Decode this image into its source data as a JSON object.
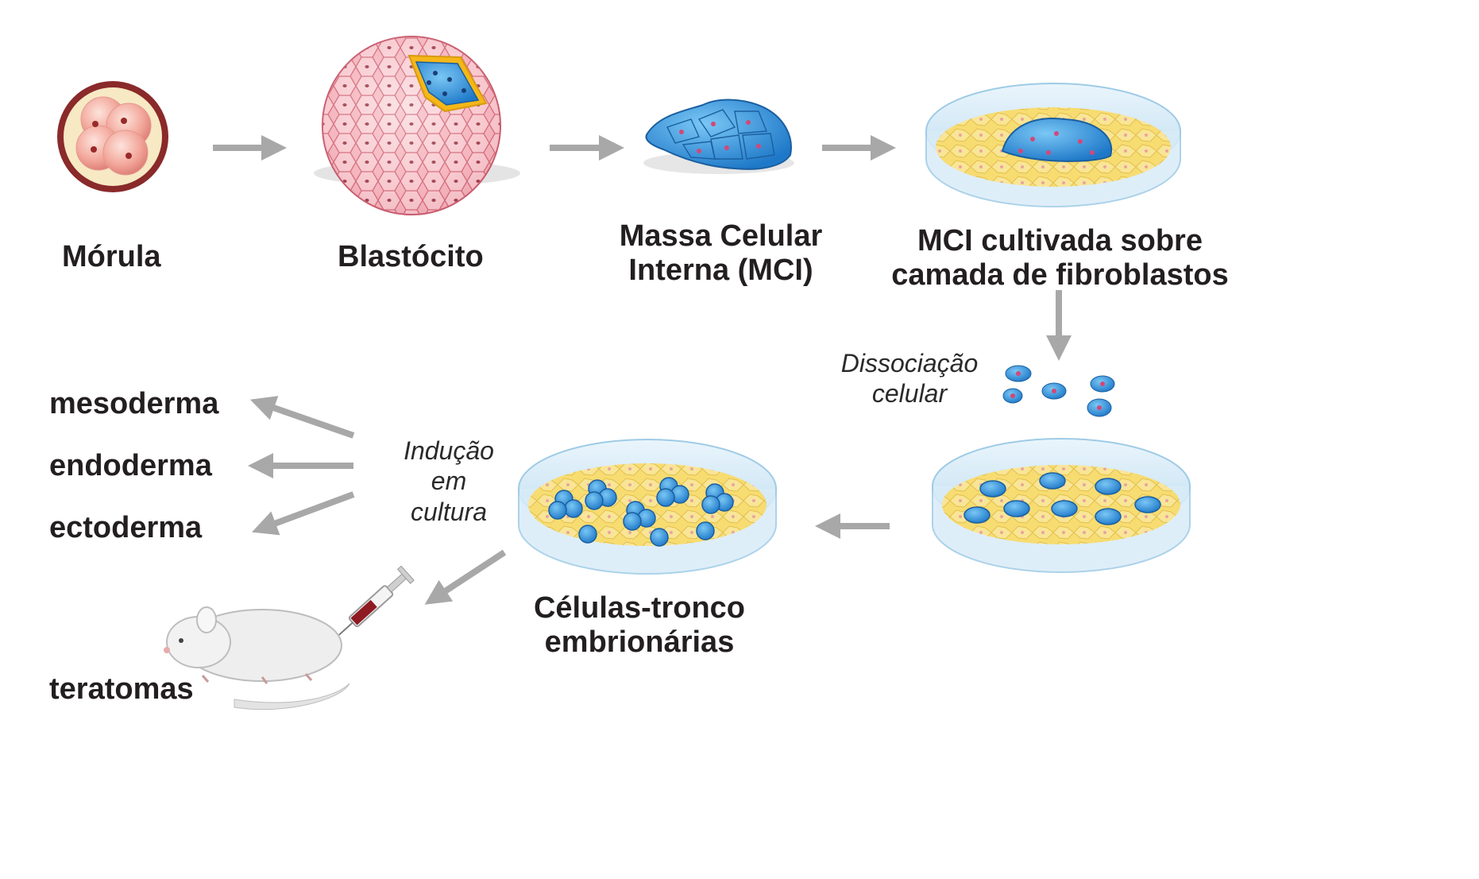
{
  "stages": {
    "morula": "Mórula",
    "blastocyst": "Blastócito",
    "icm": [
      "Massa Celular",
      "Interna (MCI)"
    ],
    "icm_culture": [
      "MCI cultivada sobre",
      "camada de fibroblastos"
    ],
    "stem_cells": [
      "Células-tronco",
      "embrionárias"
    ]
  },
  "notes": {
    "dissociation": [
      "Dissociação",
      "celular"
    ],
    "induction": [
      "Indução",
      "em",
      "cultura"
    ]
  },
  "outcomes": {
    "mesoderm": "mesoderma",
    "endoderm": "endoderma",
    "ectoderm": "ectoderma",
    "teratomas": "teratomas"
  },
  "colors": {
    "arrow": "#a8a8a8",
    "label_text": "#231f20",
    "cell_blue": "#2f8fd8",
    "cell_pink": "#e8707f",
    "morula_ring": "#8a2a2a",
    "fibroblast_yellow": "#f5d66a",
    "dish_blue": "#cfe8f6",
    "syringe_blood": "#8e1a22"
  }
}
